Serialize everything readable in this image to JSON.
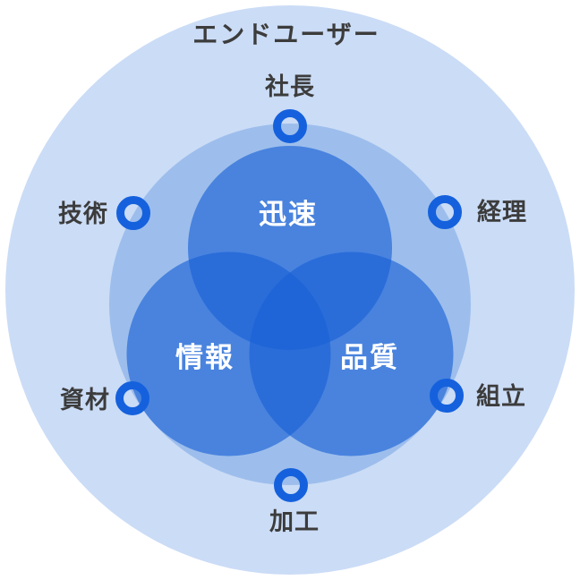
{
  "colors": {
    "background": "#ffffff",
    "outer_circle": "#cbdcf6",
    "inner_circle": "#9dbeec",
    "venn_circle": "#1961d6",
    "marker_ring": "#1561dd",
    "label_text": "#3c3c3c",
    "venn_label_text": "#ffffff"
  },
  "diagram": {
    "outer_label": "エンドユーザー",
    "core_values": [
      {
        "id": "speed",
        "label": "迅速"
      },
      {
        "id": "information",
        "label": "情報"
      },
      {
        "id": "quality",
        "label": "品質"
      }
    ],
    "departments": [
      {
        "id": "president",
        "label": "社長",
        "position": "top"
      },
      {
        "id": "accounting",
        "label": "経理",
        "position": "upper-right"
      },
      {
        "id": "assembly",
        "label": "組立",
        "position": "lower-right"
      },
      {
        "id": "processing",
        "label": "加工",
        "position": "bottom"
      },
      {
        "id": "materials",
        "label": "資材",
        "position": "lower-left"
      },
      {
        "id": "engineering",
        "label": "技術",
        "position": "upper-left"
      }
    ]
  }
}
